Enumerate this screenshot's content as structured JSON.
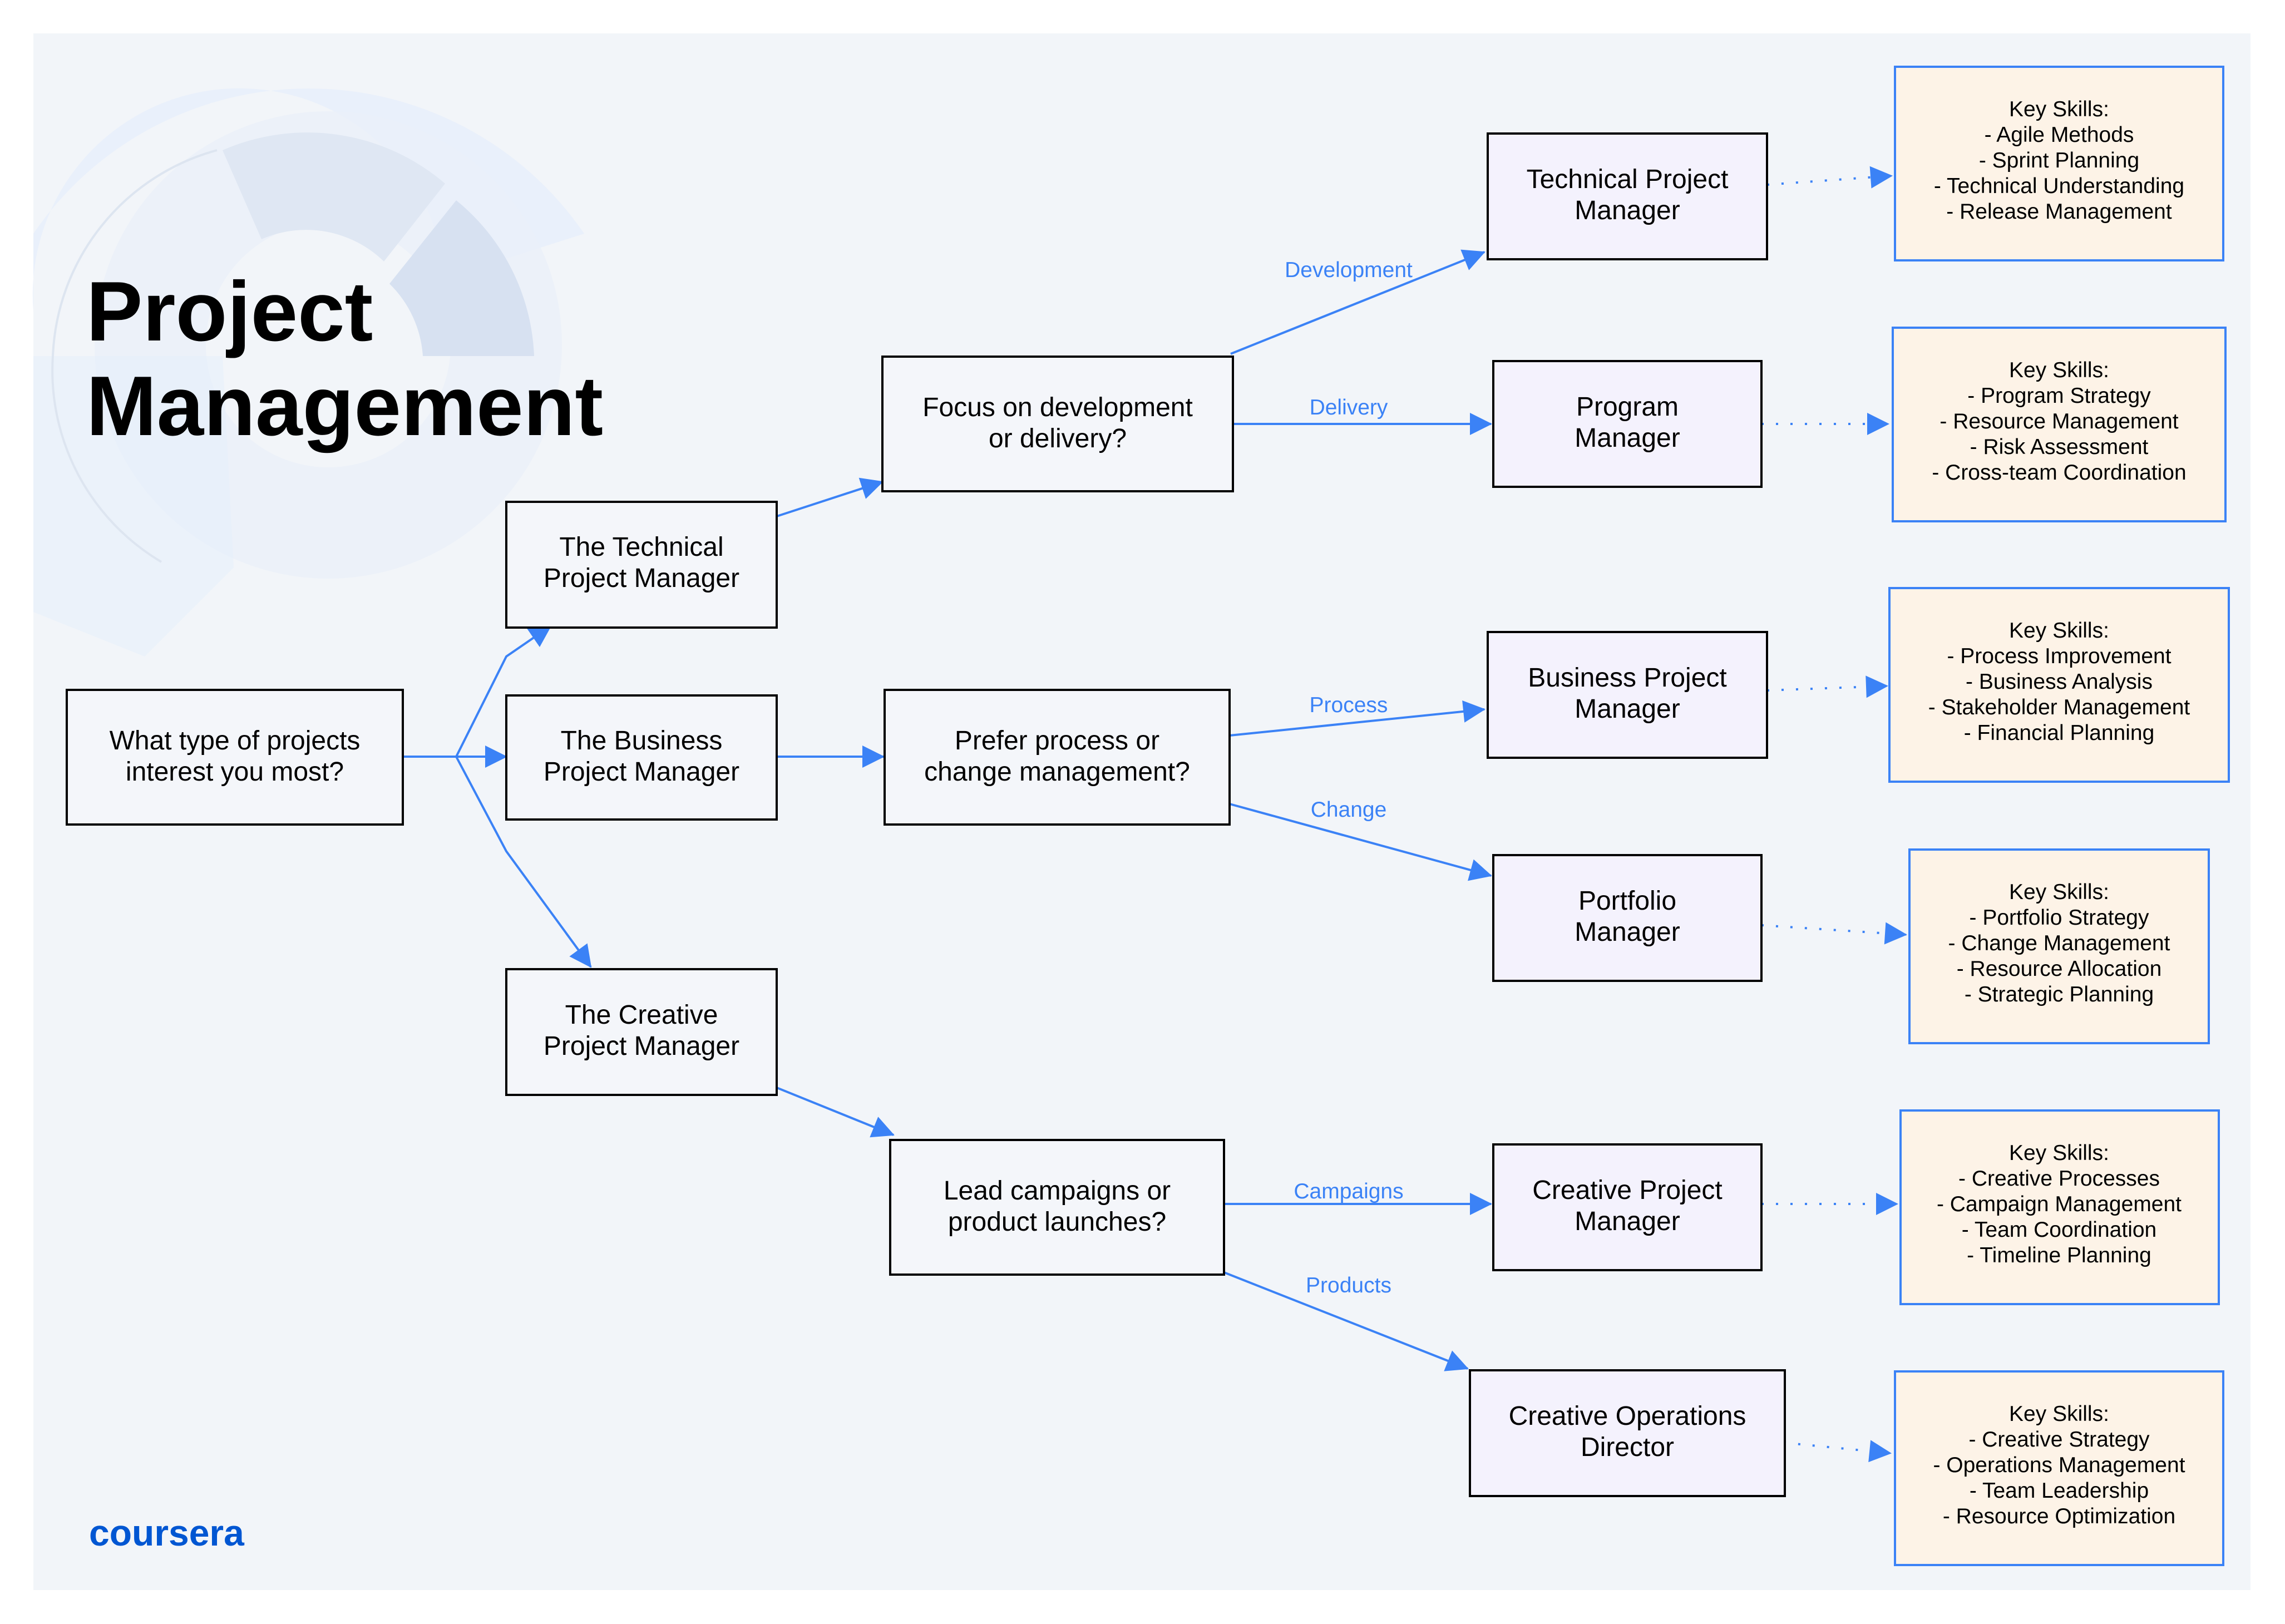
{
  "title": {
    "line1": "Project",
    "line2": "Management"
  },
  "logo": {
    "text": "coursera"
  },
  "colors": {
    "background": "#f2f5f9",
    "accent": "#3b82f6",
    "brand": "#0056d2",
    "role_fill": "#f4f2fd",
    "skills_fill": "#fdf3e7"
  },
  "nodes": {
    "start": {
      "line1": "What type of projects",
      "line2": "interest you most?"
    },
    "technical": {
      "line1": "The Technical",
      "line2": "Project Manager"
    },
    "business": {
      "line1": "The Business",
      "line2": "Project Manager"
    },
    "creative": {
      "line1": "The Creative",
      "line2": "Project Manager"
    },
    "q_dev": {
      "line1": "Focus on development",
      "line2": "or delivery?"
    },
    "q_process": {
      "line1": "Prefer process or",
      "line2": "change management?"
    },
    "q_campaign": {
      "line1": "Lead campaigns or",
      "line2": "product launches?"
    },
    "r_tpm": {
      "line1": "Technical Project",
      "line2": "Manager"
    },
    "r_program": {
      "line1": "Program",
      "line2": "Manager"
    },
    "r_bpm": {
      "line1": "Business Project",
      "line2": "Manager"
    },
    "r_portfolio": {
      "line1": "Portfolio",
      "line2": "Manager"
    },
    "r_cpm": {
      "line1": "Creative Project",
      "line2": "Manager"
    },
    "r_cod": {
      "line1": "Creative Operations",
      "line2": "Director"
    }
  },
  "edge_labels": {
    "development": "Development",
    "delivery": "Delivery",
    "process": "Process",
    "change": "Change",
    "campaigns": "Campaigns",
    "products": "Products"
  },
  "skills": {
    "heading": "Key Skills:",
    "tpm": [
      "- Agile Methods",
      "- Sprint Planning",
      "- Technical Understanding",
      "- Release Management"
    ],
    "program": [
      "- Program Strategy",
      "- Resource Management",
      "- Risk Assessment",
      "- Cross-team Coordination"
    ],
    "bpm": [
      "- Process Improvement",
      "- Business Analysis",
      "- Stakeholder Management",
      "- Financial Planning"
    ],
    "portfolio": [
      "- Portfolio Strategy",
      "- Change Management",
      "- Resource Allocation",
      "- Strategic Planning"
    ],
    "cpm": [
      "- Creative Processes",
      "- Campaign Management",
      "- Team Coordination",
      "- Timeline Planning"
    ],
    "cod": [
      "- Creative Strategy",
      "- Operations Management",
      "- Team Leadership",
      "- Resource Optimization"
    ]
  }
}
